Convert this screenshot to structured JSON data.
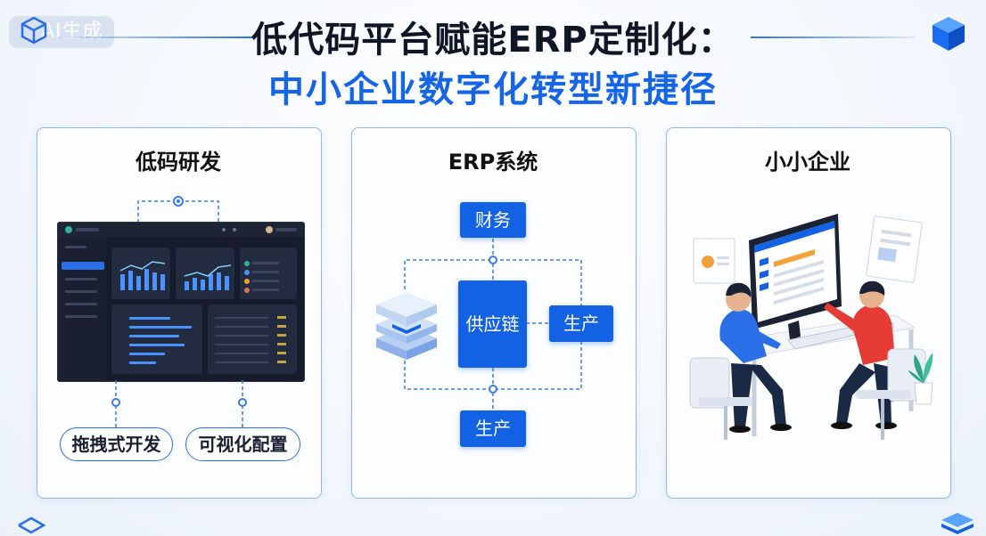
{
  "watermark": {
    "label": "AI生成"
  },
  "title": {
    "line1": "低代码平台赋能ERP定制化：",
    "line2": "中小企业数字化转型新捷径"
  },
  "panels": [
    {
      "title": "低码研发",
      "features": [
        "拖拽式开发",
        "可视化配置"
      ]
    },
    {
      "title": "ERP系统",
      "nodes": {
        "top": "财务",
        "center": "供应链",
        "right": "生产",
        "bottom": "生产"
      }
    },
    {
      "title": "小小企业"
    }
  ],
  "colors": {
    "accent": "#1262e3",
    "title_blue": "#1565e6",
    "panel_border": "#8fb6ef",
    "dashboard_bg": "#161c2b"
  },
  "icons": [
    "cube-icon",
    "layers-icon",
    "stack-icon",
    "plant-icon",
    "people-at-computer-illustration"
  ]
}
